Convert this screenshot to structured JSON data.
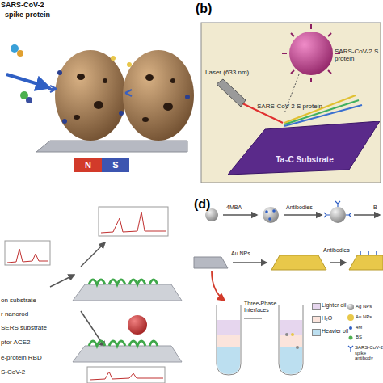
{
  "diagram": {
    "nodes": [
      {
        "text": [
          "Ta₂C Substrate"
        ]
      },
      {
        "text": [
          "N"
        ]
      },
      {
        "text": [
          "S"
        ]
      }
    ],
    "labels": [
      "SARS-CoV-2",
      "spike protein",
      "(b)",
      "Laser (633 nm)",
      "SARS-CoV-2 S protein",
      "SARS-CoV-2 S protein",
      "(d)",
      "4MBA",
      "Antibodies",
      "B",
      "Au NPs",
      "Antibodies",
      "Three-Phase Interfaces"
    ],
    "legend": [
      {
        "text": "on substrate"
      },
      {
        "text": "r nanorod"
      },
      {
        "text": "SERS substrate"
      },
      {
        "text": "ptor ACE2"
      },
      {
        "text": "e-protein RBD"
      },
      {
        "text": "S-CoV-2"
      },
      {
        "text": "Lighter oil",
        "color": "#e6d6ee"
      },
      {
        "text": "H₂O",
        "color": "#fbe4dc"
      },
      {
        "text": "Heavier oil",
        "color": "#bcdff0"
      },
      {
        "text": "Ag NPs"
      },
      {
        "text": "Au NPs"
      },
      {
        "text": "4M"
      },
      {
        "text": "BS"
      },
      {
        "text": "SARS-CoV-2 spike antibody"
      }
    ]
  }
}
